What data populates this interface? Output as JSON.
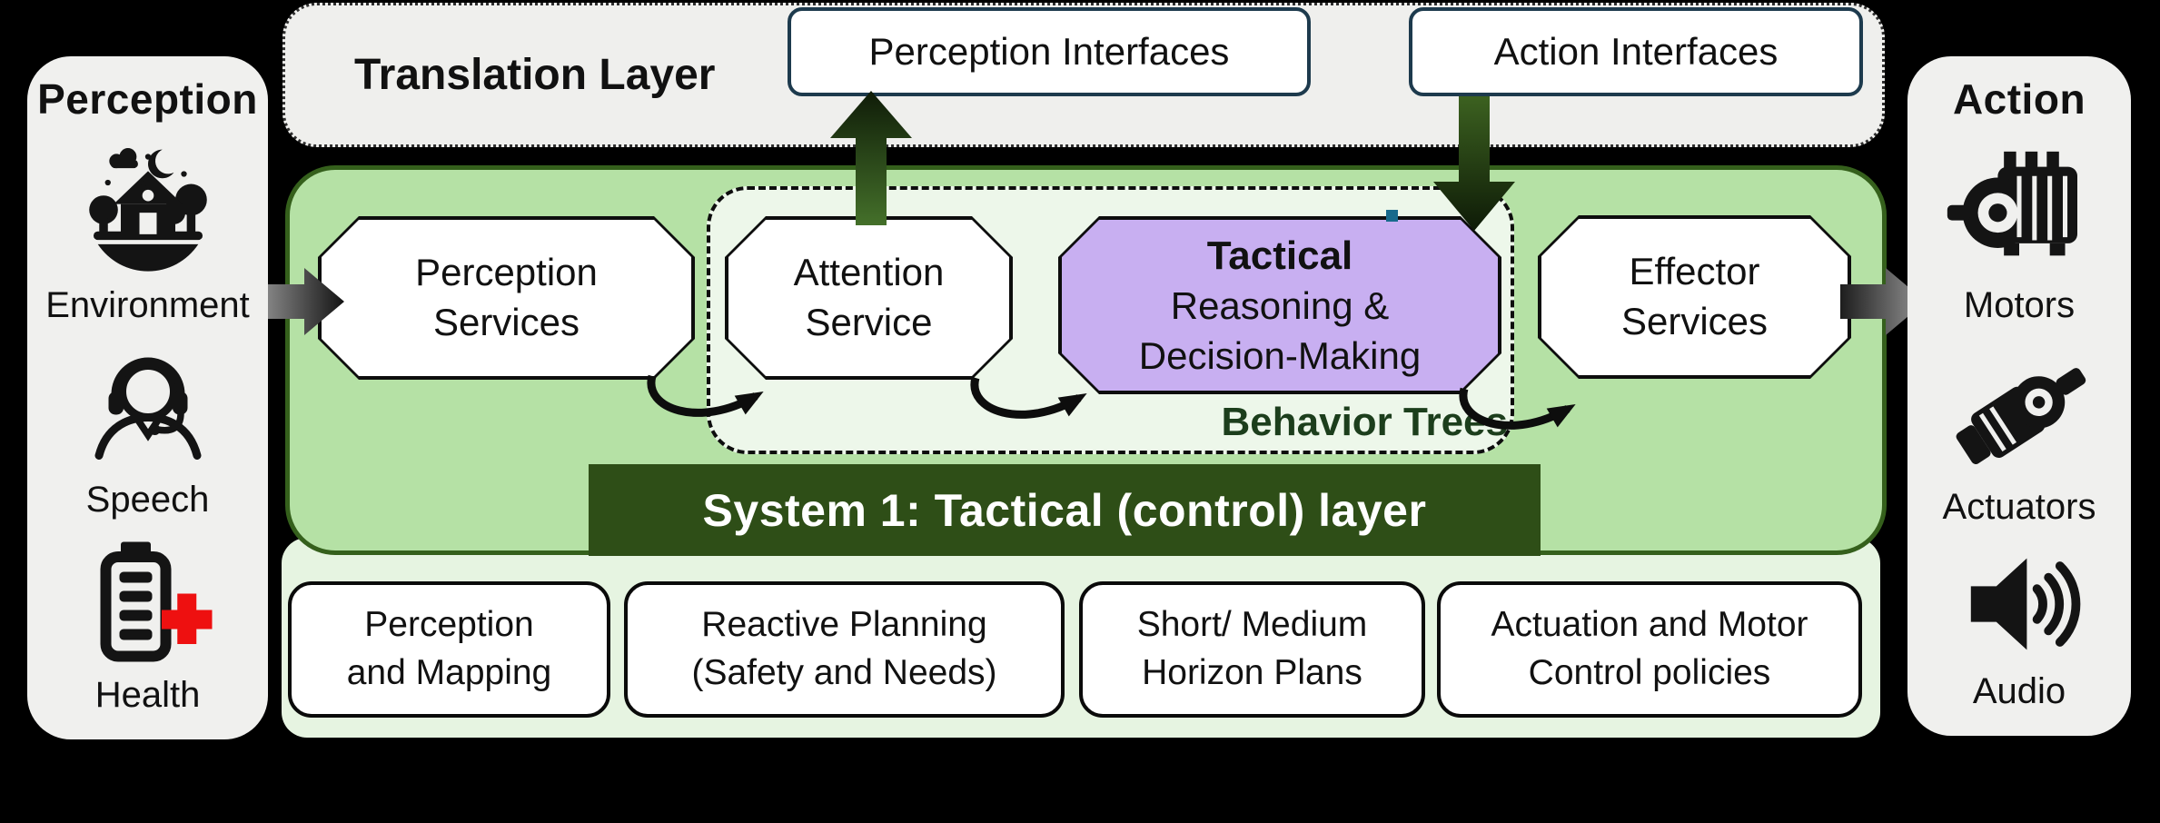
{
  "colors": {
    "panel_bg": "#f0f0ee",
    "translation_bg": "#efefed",
    "green_container": "#b5e1a5",
    "green_border": "#35601c",
    "dashed_fill": "#edf7ea",
    "banner_bg": "#2e4e17",
    "banner_text": "#ffffff",
    "purple_fill": "#c8aff1",
    "bottom_strip": "#e6f4e1",
    "interface_border": "#1d3a4d",
    "behavior_trees_text": "#1c3e1c",
    "health_cross": "#ee1010"
  },
  "perception_panel": {
    "title": "Perception",
    "items": [
      {
        "icon": "environment-icon",
        "label": "Environment"
      },
      {
        "icon": "speech-icon",
        "label": "Speech"
      },
      {
        "icon": "health-icon",
        "label": "Health"
      }
    ]
  },
  "action_panel": {
    "title": "Action",
    "items": [
      {
        "icon": "motor-icon",
        "label": "Motors"
      },
      {
        "icon": "actuator-icon",
        "label": "Actuators"
      },
      {
        "icon": "audio-icon",
        "label": "Audio"
      }
    ]
  },
  "translation_layer": {
    "title": "Translation Layer",
    "perception_interfaces": "Perception Interfaces",
    "action_interfaces": "Action Interfaces"
  },
  "control_layer": {
    "perception_services": "Perception\nServices",
    "attention_service": "Attention\nService",
    "tactical_title": "Tactical",
    "tactical_body": "Reasoning &\nDecision-Making",
    "effector_services": "Effector\nServices",
    "behavior_trees": "Behavior Trees",
    "banner": "System 1: Tactical (control) layer"
  },
  "foundation_row": [
    "Perception\nand Mapping",
    "Reactive Planning\n(Safety and Needs)",
    "Short/ Medium\nHorizon Plans",
    "Actuation and Motor\nControl policies"
  ]
}
